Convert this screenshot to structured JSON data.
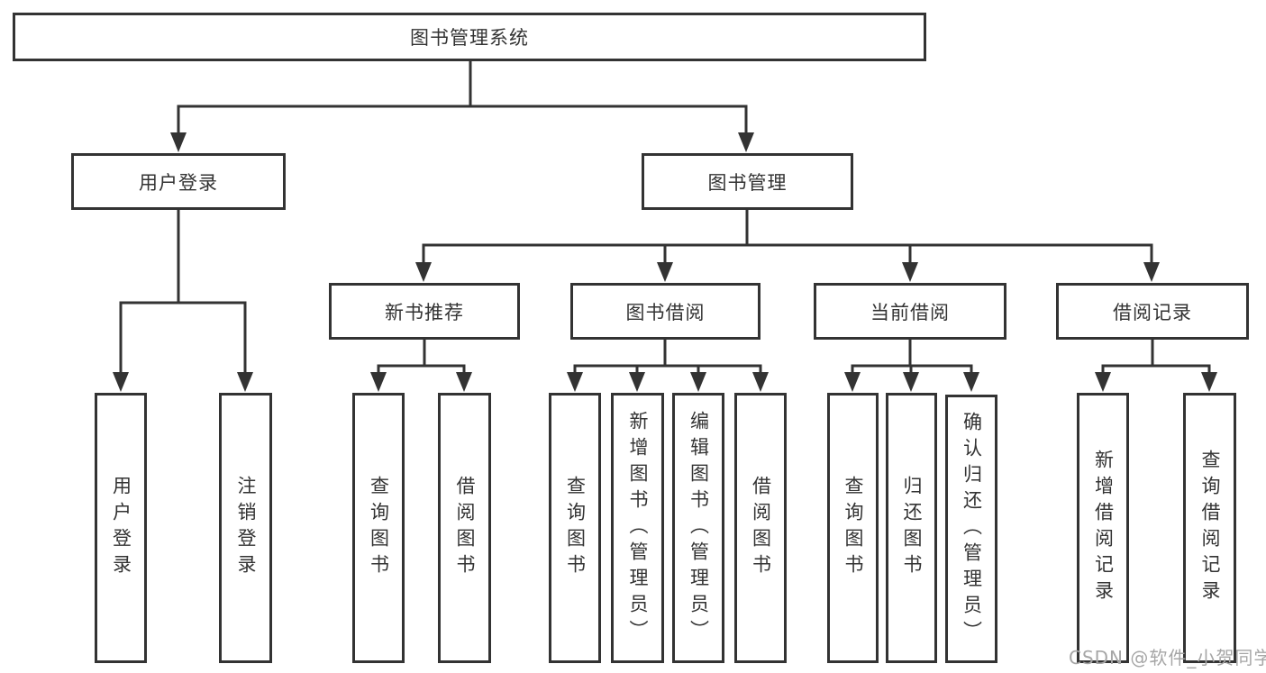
{
  "colors": {
    "line": "#333333",
    "box_border": "#333333",
    "box_fill": "#ffffff",
    "text": "#333333",
    "watermark": "#a6a6a6"
  },
  "tree": {
    "label": "图书管理系统",
    "children": [
      {
        "label": "用户登录",
        "children": [
          {
            "label": "用户登录"
          },
          {
            "label": "注销登录"
          }
        ]
      },
      {
        "label": "图书管理",
        "children": [
          {
            "label": "新书推荐",
            "children": [
              {
                "label": "查询图书"
              },
              {
                "label": "借阅图书"
              }
            ]
          },
          {
            "label": "图书借阅",
            "children": [
              {
                "label": "查询图书"
              },
              {
                "label": "新增图书（管理员）"
              },
              {
                "label": "编辑图书（管理员）"
              },
              {
                "label": "借阅图书"
              }
            ]
          },
          {
            "label": "当前借阅",
            "children": [
              {
                "label": "查询图书"
              },
              {
                "label": "归还图书"
              },
              {
                "label": "确认归还（管理员）"
              }
            ]
          },
          {
            "label": "借阅记录",
            "children": [
              {
                "label": "新增借阅记录"
              },
              {
                "label": "查询借阅记录"
              }
            ]
          }
        ]
      }
    ]
  },
  "watermark": {
    "text": "CSDN @软件_小贺同学"
  }
}
